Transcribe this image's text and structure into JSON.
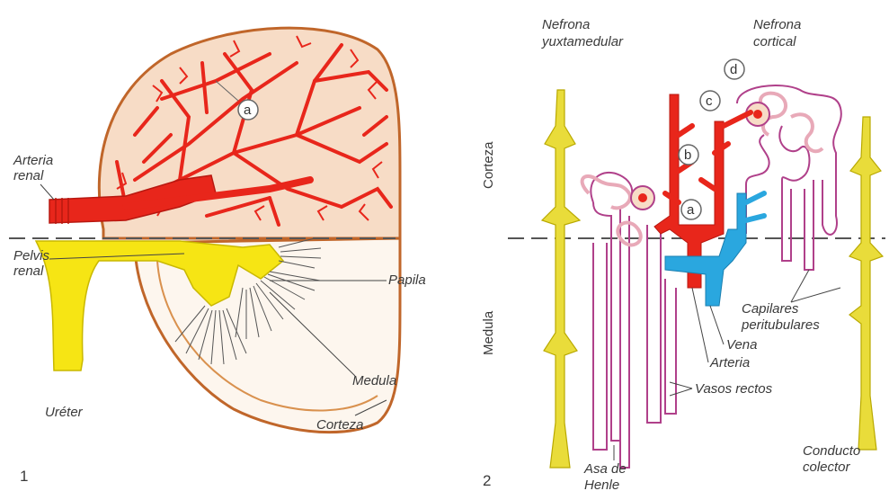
{
  "panel1": {
    "number": "1",
    "labels": {
      "arteria_renal_1": "Arteria",
      "arteria_renal_2": "renal",
      "pelvis_renal_1": "Pelvis",
      "pelvis_renal_2": "renal",
      "ureter": "Uréter",
      "papila": "Papila",
      "medula": "Medula",
      "corteza": "Corteza",
      "marker_a": "a"
    }
  },
  "panel2": {
    "number": "2",
    "labels": {
      "nefrona_yuxta_1": "Nefrona",
      "nefrona_yuxta_2": "yuxtamedular",
      "nefrona_cort_1": "Nefrona",
      "nefrona_cort_2": "cortical",
      "corteza_vertical": "Corteza",
      "medula_vertical": "Medula",
      "capilares_1": "Capilares",
      "capilares_2": "peritubulares",
      "vena": "Vena",
      "arteria": "Arteria",
      "vasos_rectos": "Vasos rectos",
      "asa_1": "Asa de",
      "asa_2": "Henle",
      "conducto_1": "Conducto",
      "conducto_2": "colector",
      "marker_a": "a",
      "marker_b": "b",
      "marker_c": "c",
      "marker_d": "d"
    }
  },
  "colors": {
    "artery": "#e8261b",
    "vein": "#2aa7df",
    "pelvis": "#f6e514",
    "cortex_fill": "#f7dcc6",
    "tubule": "#b0408a",
    "duct": "#e9dc3a"
  }
}
